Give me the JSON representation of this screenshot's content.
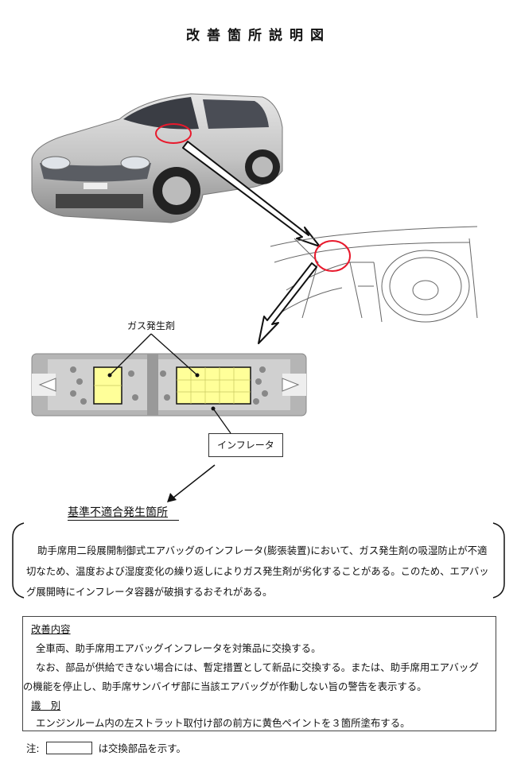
{
  "title": "改善箇所説明図",
  "diagram": {
    "gas_generant_label": "ガス発生剤",
    "inflator_label": "インフレータ",
    "highlight_color": "#ffff99",
    "marker_color": "#e8192c"
  },
  "nonconformity": {
    "heading": "基準不適合発生箇所",
    "description": "助手席用二段展開制御式エアバッグのインフレータ(膨張装置)において、ガス発生剤の吸湿防止が不適切なため、温度および湿度変化の繰り返しによりガス発生剤が劣化することがある。このため、エアバッグ展開時にインフレータ容器が破損するおそれがある。"
  },
  "remedy": {
    "heading": "改善内容",
    "line1": "全車両、助手席用エアバッグインフレータを対策品に交換する。",
    "line2": "なお、部品が供給できない場合には、暫定措置として新品に交換する。または、助手席用エアバッグ",
    "line3": "の機能を停止し、助手席サンバイザ部に当該エアバッグが作動しない旨の警告を表示する。",
    "identification_heading": "識　別",
    "identification_text": "エンジンルーム内の左ストラット取付け部の前方に黄色ペイントを３箇所塗布する。"
  },
  "note": {
    "prefix": "注:",
    "text": "は交換部品を示す。"
  }
}
